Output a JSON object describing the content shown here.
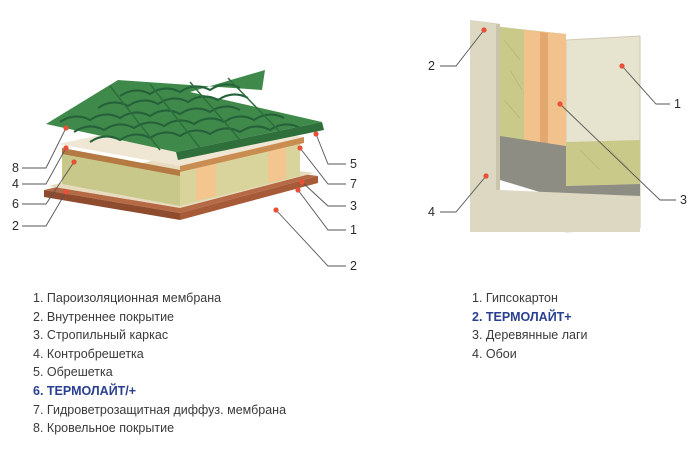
{
  "roof_callouts": [
    {
      "num": "8",
      "side": "left"
    },
    {
      "num": "4",
      "side": "left"
    },
    {
      "num": "6",
      "side": "left"
    },
    {
      "num": "2",
      "side": "left"
    },
    {
      "num": "5",
      "side": "right"
    },
    {
      "num": "7",
      "side": "right"
    },
    {
      "num": "3",
      "side": "right"
    },
    {
      "num": "1",
      "side": "right"
    },
    {
      "num": "2",
      "side": "right"
    }
  ],
  "wall_callouts": [
    {
      "num": "2"
    },
    {
      "num": "1"
    },
    {
      "num": "3"
    },
    {
      "num": "4"
    }
  ],
  "roof_legend": [
    {
      "num": "1.",
      "text": "Пароизоляционная мембрана"
    },
    {
      "num": "2.",
      "text": "Внутреннее покрытие"
    },
    {
      "num": "3.",
      "text": "Стропильный каркас"
    },
    {
      "num": "4.",
      "text": "Контробрешетка"
    },
    {
      "num": "5.",
      "text": "Обрешетка"
    },
    {
      "num": "6.",
      "text": "ТЕРМОЛАЙТ/+",
      "highlight": true
    },
    {
      "num": "7.",
      "text": "Гидроветрозащитная диффуз. мембрана"
    },
    {
      "num": "8.",
      "text": "Кровельное покрытие"
    }
  ],
  "wall_legend": [
    {
      "num": "1.",
      "text": "Гипсокартон"
    },
    {
      "num": "2.",
      "text": "ТЕРМОЛАЙТ+",
      "highlight": true
    },
    {
      "num": "3.",
      "text": "Деревянные лаги"
    },
    {
      "num": "4.",
      "text": "Обои"
    }
  ],
  "colors": {
    "roof_tile": "#3f8a4a",
    "roof_tile_dark": "#25613a",
    "insulation": "#c9c98a",
    "membrane": "#ece0c8",
    "inner_board": "#b56a45",
    "wood": "#f2c28c",
    "drywall": "#e6e3cf",
    "wallpaper": "#ddd8c2",
    "dot": "#e8503a",
    "highlight_text": "#2a3f8f"
  }
}
